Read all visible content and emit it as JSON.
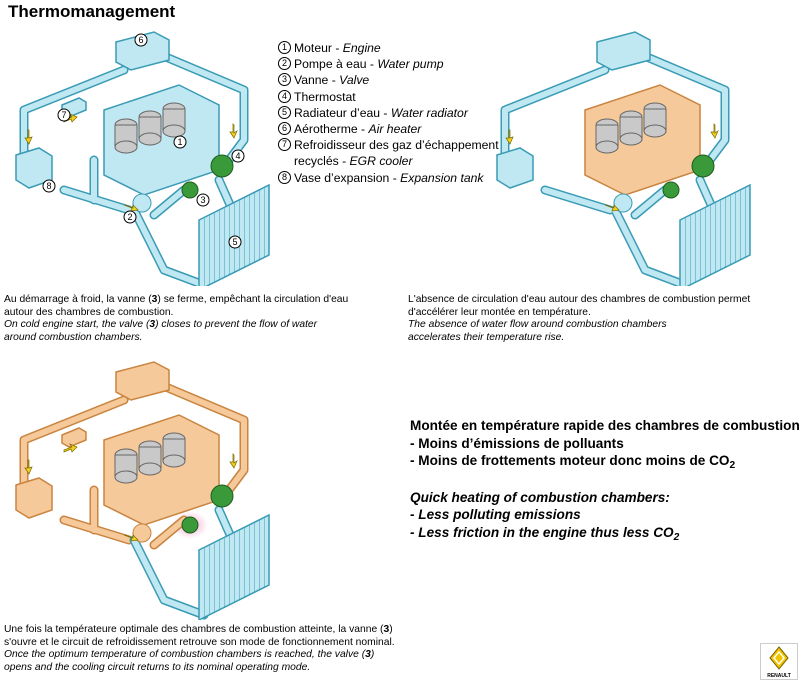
{
  "title": "Thermomanagement",
  "legend": [
    {
      "num": "1",
      "fr": "Moteur - ",
      "en": "Engine"
    },
    {
      "num": "2",
      "fr": "Pompe à eau - ",
      "en": "Water pump"
    },
    {
      "num": "3",
      "fr": "Vanne - ",
      "en": "Valve"
    },
    {
      "num": "4",
      "fr": "Thermostat",
      "en": ""
    },
    {
      "num": "5",
      "fr": "Radiateur d’eau - ",
      "en": "Water radiator"
    },
    {
      "num": "6",
      "fr": "Aérotherme - ",
      "en": "Air heater"
    },
    {
      "num": "7",
      "fr": "Refroidisseur des gaz d’échappement",
      "en": ""
    },
    {
      "num": "",
      "fr": "recyclés - ",
      "en": "EGR cooler"
    },
    {
      "num": "8",
      "fr": "Vase d’expansion - ",
      "en": "Expansion tank"
    }
  ],
  "captions": {
    "cap1": {
      "fr1": "Au démarrage à froid, la vanne (",
      "fr_num": "3",
      "fr2": ") se ferme, empêchant la circulation d'eau",
      "fr3": "autour des chambres de combustion.",
      "en1": "On cold engine start, the valve (",
      "en_num": "3",
      "en2": ") closes to prevent the flow of water",
      "en3": "around combustion chambers."
    },
    "cap2": {
      "fr1": "L'absence de circulation d'eau autour des chambres de combustion permet",
      "fr2": "d'accélérer leur montée en température.",
      "en1": "The absence of water flow around combustion chambers",
      "en2": "accelerates their temperature rise."
    },
    "cap3": {
      "fr1": "Une fois la températeure optimale des chambres de combustion atteinte, la vanne (",
      "fr_num": "3",
      "fr2": ")",
      "fr3": "s'ouvre et le circuit de refroidissement retrouve son mode de fonctionnement nominal.",
      "en1": "Once the optimum temperature of combustion chambers is reached, the valve (",
      "en_num": "3",
      "en2": ")",
      "en3": "opens and the cooling circuit returns to its nominal operating mode."
    }
  },
  "summary": {
    "fr_title": "Montée en température rapide des chambres de combustion :",
    "fr_item1": "- Moins d’émissions de polluants",
    "fr_item2": "- Moins de frottements moteur donc moins de CO",
    "fr_item2_sub": "2",
    "en_title": "Quick heating of combustion chambers:",
    "en_item1": "- Less polluting emissions",
    "en_item2": "- Less friction in the engine thus less CO",
    "en_item2_sub": "2"
  },
  "diagram_labels": {
    "n1": "1",
    "n2": "2",
    "n3": "3",
    "n4": "4",
    "n5": "5",
    "n6": "6",
    "n7": "7",
    "n8": "8"
  },
  "logo_text": "RENAULT",
  "colors": {
    "cold_fill": "#bfe8f2",
    "cold_stroke": "#3a9bb5",
    "warm_fill": "#f5c99a",
    "warm_stroke": "#c98440",
    "engine_grey": "#c9c9c9",
    "valve_green": "#3a9a3a",
    "arrow_yellow": "#f2d21a",
    "glow_pink": "#f3a6c8"
  }
}
